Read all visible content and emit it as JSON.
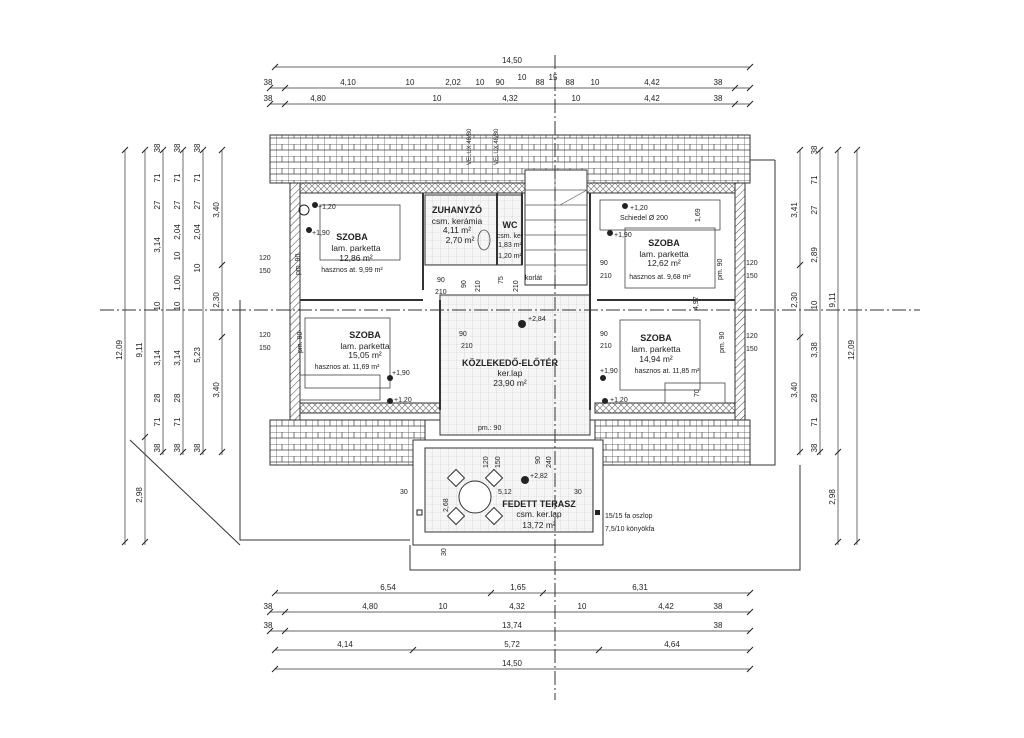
{
  "dims": {
    "top": {
      "overall": "14,50",
      "row1": [
        "38",
        "4,10",
        "10",
        "2,02",
        "10",
        "90",
        "10",
        "88",
        "15",
        "88",
        "10",
        "4,42",
        "38"
      ],
      "row2": [
        "38",
        "4,80",
        "10",
        "4,32",
        "10",
        "4,42",
        "38"
      ]
    },
    "bottom": {
      "row1": [
        "6,54",
        "1,65",
        "6,31"
      ],
      "row2": [
        "38",
        "4,80",
        "10",
        "4,32",
        "10",
        "4,42",
        "38"
      ],
      "row3": [
        "38",
        "13,74",
        "38"
      ],
      "row4": [
        "4,14",
        "5,72",
        "4,64"
      ],
      "row5": [
        "14,50"
      ]
    },
    "left": {
      "col1": [
        "12,09"
      ],
      "col2": [
        "9,11",
        "2,98"
      ],
      "col3": [
        "38",
        "71",
        "27",
        "3,14",
        "10",
        "3,14",
        "28",
        "71",
        "38"
      ],
      "col4": [
        "38",
        "71",
        "27",
        "2,04",
        "10",
        "1,00",
        "10",
        "3,14",
        "28",
        "71",
        "38"
      ],
      "col5": [
        "38",
        "71",
        "27",
        "2,04",
        "10",
        "5,23",
        "38"
      ],
      "col6": [
        "3,40",
        "2,30",
        "3,40"
      ]
    },
    "right": {
      "col1": [
        "3,41",
        "2,30",
        "3,40"
      ],
      "col2": [
        "38",
        "71",
        "27",
        "2,89",
        "10",
        "3,38",
        "28",
        "71",
        "38"
      ],
      "col3": [
        "9,11",
        "2,98"
      ],
      "col4": [
        "12,09"
      ]
    }
  },
  "rooms": [
    {
      "name": "SZOBA",
      "floor": "lam. parketta",
      "area": "12,86 m²",
      "useful": "hasznos at.  9,99 m²"
    },
    {
      "name": "ZUHANYZÓ",
      "floor": "csm. kerámia",
      "area": "4,11 m²",
      "useful": "2,70 m²"
    },
    {
      "name": "WC",
      "floor": "csm. ker",
      "area": "1,83 m²",
      "useful": "1,20 m²"
    },
    {
      "name": "SZOBA",
      "floor": "lam. parketta",
      "area": "12,62 m²",
      "useful": "hasznos at.  9,68 m²"
    },
    {
      "name": "SZOBA",
      "floor": "lam. parketta",
      "area": "15,05 m²",
      "useful": "hasznos at.  11,69 m²"
    },
    {
      "name": "KÖZLEKEDŐ-ELŐTÉR",
      "floor": "ker.lap",
      "area": "23,90 m²"
    },
    {
      "name": "SZOBA",
      "floor": "lam. parketta",
      "area": "14,94 m²",
      "useful": "hasznos at.  11,85 m²"
    },
    {
      "name": "FEDETT TERASZ",
      "floor": "csm. ker.lap",
      "area": "13,72 m²"
    }
  ],
  "levels": [
    "+1,20",
    "+1,90",
    "+1,20",
    "+1,90",
    "+1,90",
    "+1,20",
    "+2,84",
    "+1,90",
    "+1,20",
    "+2,82"
  ],
  "annotations": {
    "chimney": "Schiedel Ø 200",
    "railing": "korlát",
    "velux": [
      "VELUX 48/80",
      "VELUX 48/80"
    ],
    "column": "15/15 fa oszlop",
    "knee_brace": "7,5/10 könyökfa",
    "pm90": "pm. 90",
    "pm90b": "pm.: 90",
    "openings": [
      "90",
      "210",
      "90",
      "210",
      "75",
      "210",
      "90",
      "210",
      "90",
      "210",
      "90",
      "210",
      "120",
      "150",
      "120",
      "150",
      "120",
      "150",
      "120",
      "150",
      "1,69",
      "4,97",
      "70",
      "120",
      "150",
      "90",
      "240",
      "5,12",
      "30",
      "30",
      "2,68",
      "30"
    ]
  }
}
